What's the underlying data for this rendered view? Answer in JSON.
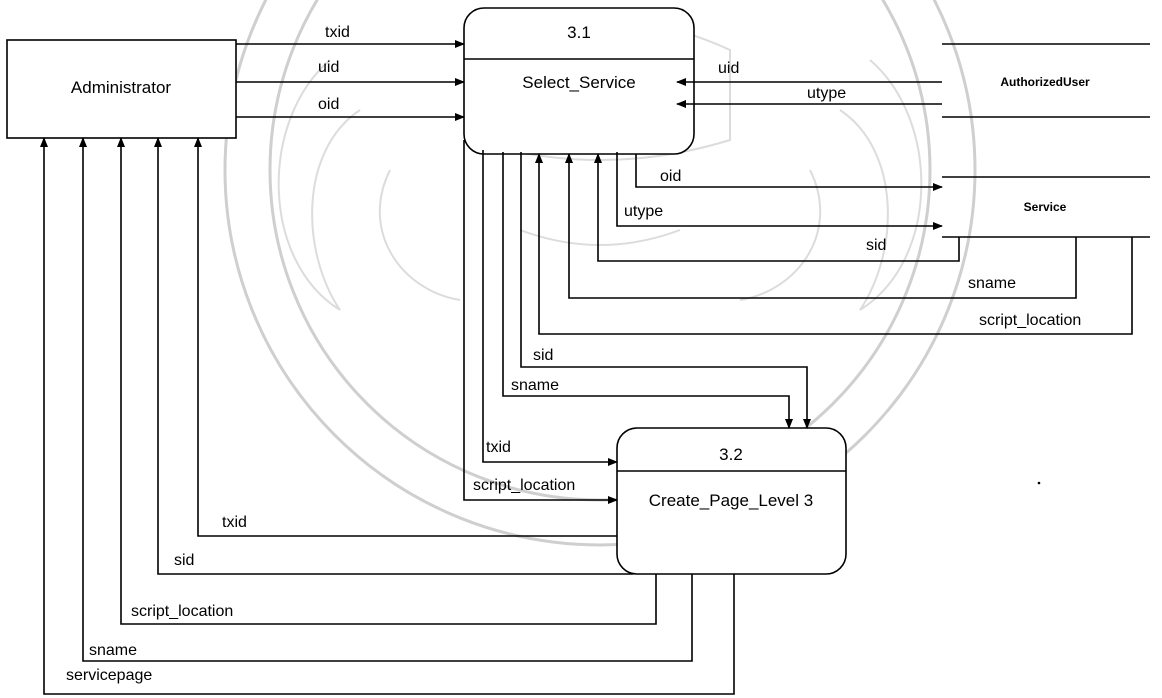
{
  "external_entity": {
    "label": "Administrator"
  },
  "processes": [
    {
      "number": "3.1",
      "name": "Select_Service"
    },
    {
      "number": "3.2",
      "name": "Create_Page_Level 3"
    }
  ],
  "data_stores": [
    {
      "name": "AuthorizedUser"
    },
    {
      "name": "Service"
    }
  ],
  "flows": {
    "admin_txid": "txid",
    "admin_uid": "uid",
    "admin_oid": "oid",
    "store_uid": "uid",
    "store_utype": "utype",
    "out_oid": "oid",
    "out_utype": "utype",
    "svc_sid": "sid",
    "svc_sname": "sname",
    "svc_script_location": "script_location",
    "p1_sid": "sid",
    "p1_sname": "sname",
    "p1_txid": "txid",
    "p1_script_location": "script_location",
    "ret_txid": "txid",
    "ret_sid": "sid",
    "ret_script_location": "script_location",
    "ret_sname": "sname",
    "ret_servicepage": "servicepage"
  }
}
